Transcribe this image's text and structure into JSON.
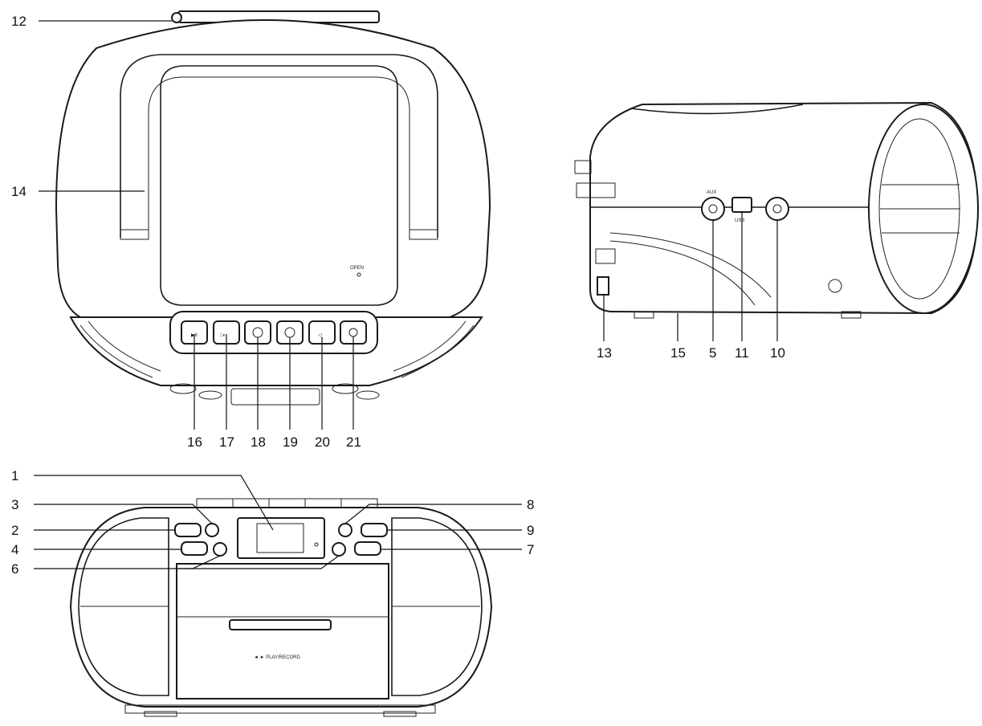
{
  "callouts": {
    "n1": "1",
    "n2": "2",
    "n3": "3",
    "n4": "4",
    "n5": "5",
    "n6": "6",
    "n7": "7",
    "n8": "8",
    "n9": "9",
    "n10": "10",
    "n11": "11",
    "n12": "12",
    "n13": "13",
    "n14": "14",
    "n15": "15",
    "n16": "16",
    "n17": "17",
    "n18": "18",
    "n19": "19",
    "n20": "20",
    "n21": "21"
  },
  "device_text": {
    "open_label": "OPEN",
    "usb_label": "USB",
    "aux_label": "AUX",
    "cassette_label": "◄ ► PLAY/RECORD"
  }
}
